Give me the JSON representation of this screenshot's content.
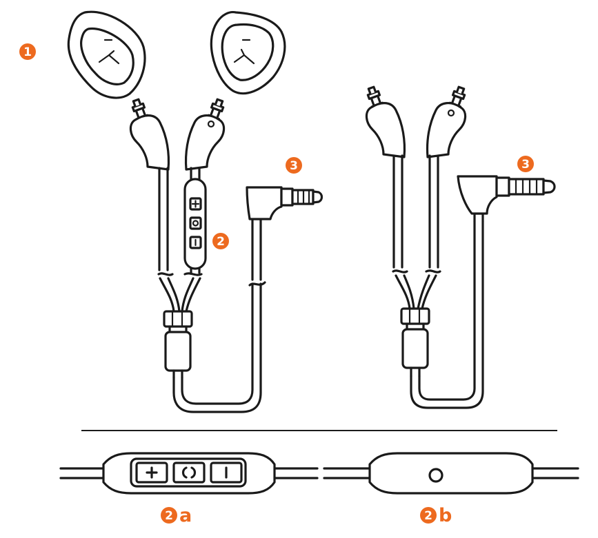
{
  "colors": {
    "accent": "#ed6a1f",
    "line": "#1a1a1a",
    "background": "#ffffff"
  },
  "callouts": {
    "c1": {
      "number": "1"
    },
    "c2": {
      "number": "2"
    },
    "c3_left": {
      "number": "3"
    },
    "c3_right": {
      "number": "3"
    },
    "c2a": {
      "number": "2",
      "suffix": "a"
    },
    "c2b": {
      "number": "2",
      "suffix": "b"
    }
  },
  "icons": {
    "volume_up": "plus-icon",
    "play_pause": "play-pause-icon",
    "volume_down": "minus-icon",
    "single_button": "circle-button-icon"
  }
}
